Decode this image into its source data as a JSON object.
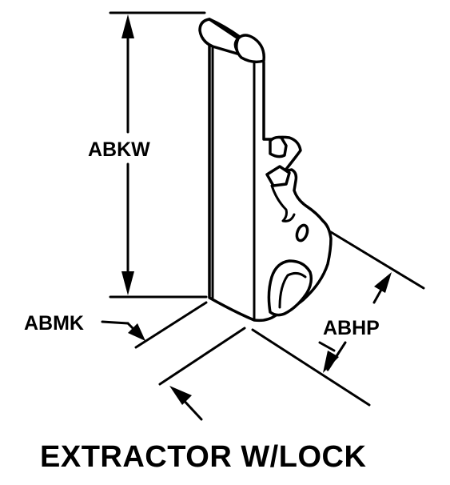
{
  "labels": {
    "abkw": "ABKW",
    "abmk": "ABMK",
    "abhp": "ABHP"
  },
  "caption": "EXTRACTOR W/LOCK"
}
